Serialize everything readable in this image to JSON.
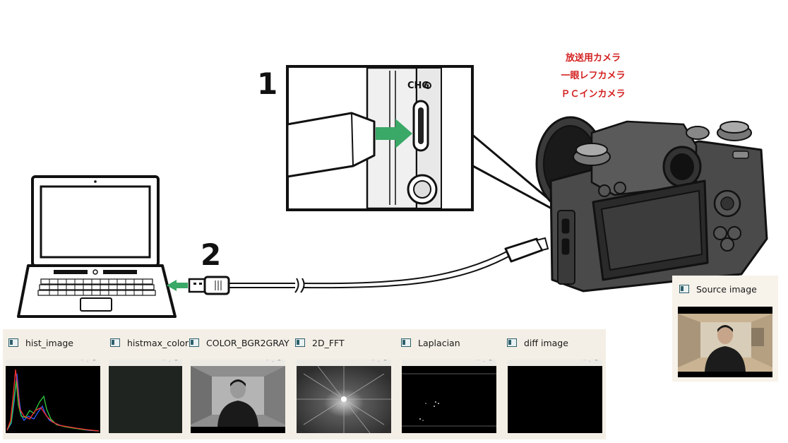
{
  "steps": [
    "1",
    "2"
  ],
  "camera_captions": [
    "放送用カメラ",
    "一眼レフカメラ",
    "ＰＣインカメラ"
  ],
  "windows": [
    {
      "title": "Source image",
      "icon": "app-window-icon"
    },
    {
      "title": "hist_image",
      "icon": "app-window-icon"
    },
    {
      "title": "histmax_color",
      "icon": "app-window-icon"
    },
    {
      "title": "COLOR_BGR2GRAY",
      "icon": "app-window-icon"
    },
    {
      "title": "2D_FFT",
      "icon": "app-window-icon"
    },
    {
      "title": "Laplacian",
      "icon": "app-window-icon"
    },
    {
      "title": "diff image",
      "icon": "app-window-icon"
    }
  ],
  "colors": {
    "accent_arrow": "#3aa866",
    "caption_red": "#d42020",
    "window_bg": "#f7f2ea"
  }
}
